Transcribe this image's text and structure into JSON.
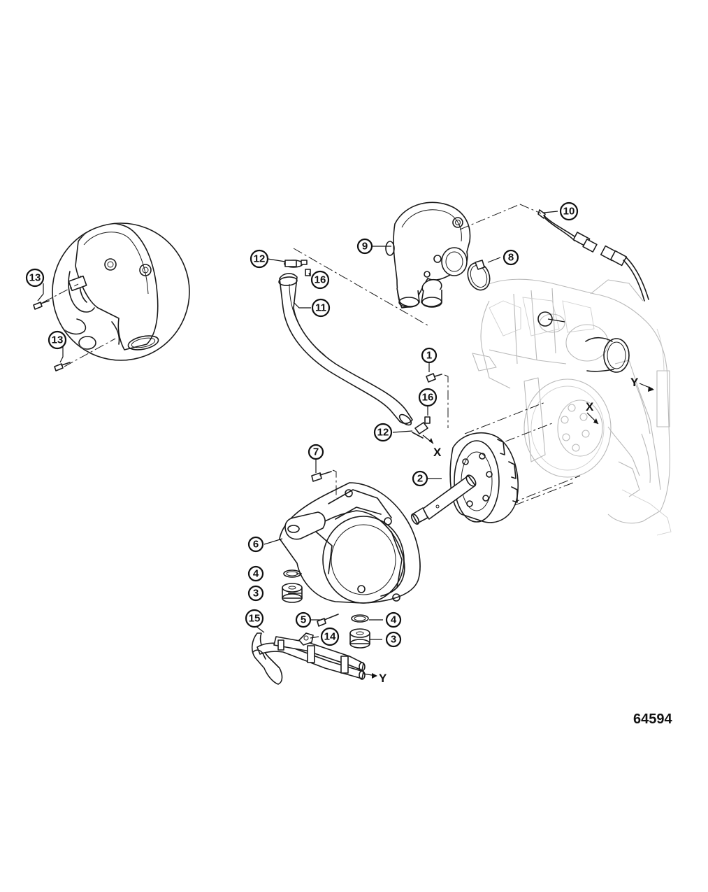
{
  "figure_number": "64594",
  "callouts": [
    {
      "id": "c1",
      "label": "1"
    },
    {
      "id": "c2",
      "label": "2"
    },
    {
      "id": "c3a",
      "label": "3"
    },
    {
      "id": "c3b",
      "label": "3"
    },
    {
      "id": "c4a",
      "label": "4"
    },
    {
      "id": "c4b",
      "label": "4"
    },
    {
      "id": "c5",
      "label": "5"
    },
    {
      "id": "c6",
      "label": "6"
    },
    {
      "id": "c7",
      "label": "7"
    },
    {
      "id": "c8",
      "label": "8"
    },
    {
      "id": "c9",
      "label": "9"
    },
    {
      "id": "c10",
      "label": "10"
    },
    {
      "id": "c11",
      "label": "11"
    },
    {
      "id": "c12a",
      "label": "12"
    },
    {
      "id": "c12b",
      "label": "12"
    },
    {
      "id": "c13a",
      "label": "13"
    },
    {
      "id": "c13b",
      "label": "13"
    },
    {
      "id": "c14",
      "label": "14"
    },
    {
      "id": "c15",
      "label": "15"
    },
    {
      "id": "c16a",
      "label": "16"
    },
    {
      "id": "c16b",
      "label": "16"
    }
  ],
  "reference_marks": {
    "x_hose_end": "X",
    "x_engine": "X",
    "y_hose_end": "Y",
    "y_engine": "Y"
  }
}
